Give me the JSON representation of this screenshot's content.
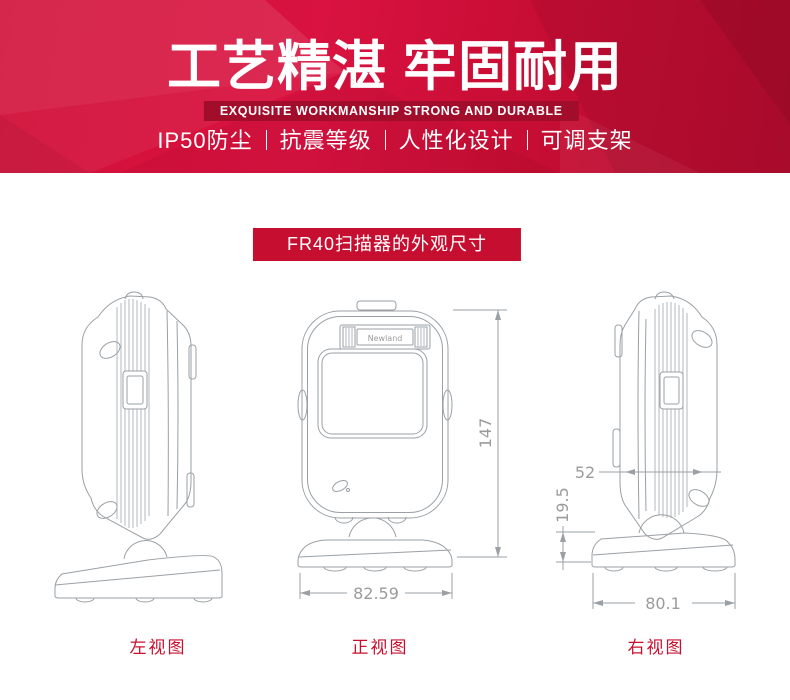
{
  "banner": {
    "title": "工艺精湛 牢固耐用",
    "subtitle": "EXQUISITE WORKMANSHIP STRONG AND DURABLE",
    "features": [
      "IP50防尘",
      "抗震等级",
      "人性化设计",
      "可调支架"
    ]
  },
  "section": {
    "badge": "FR40扫描器的外观尺寸"
  },
  "device": {
    "brand_logo": "Newland"
  },
  "views": {
    "left": {
      "label": "左视图"
    },
    "front": {
      "label": "正视图",
      "dimensions": {
        "height": "147",
        "width": "82.59"
      }
    },
    "right": {
      "label": "右视图",
      "dimensions": {
        "depth": "52",
        "base_height": "19.5",
        "base_width": "80.1"
      }
    }
  },
  "colors": {
    "banner_red": "#d11038",
    "strip_red": "#a30d2c",
    "badge_red": "#c60f30",
    "label_red": "#c8102e",
    "line_gray": "#9aa0a5",
    "dim_text_gray": "#9b9b9b"
  }
}
